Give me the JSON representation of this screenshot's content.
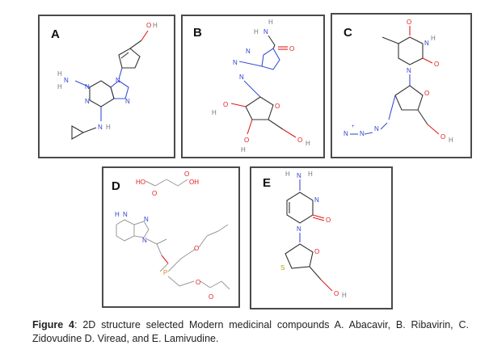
{
  "panels": [
    {
      "id": "A",
      "letter": "A"
    },
    {
      "id": "B",
      "letter": "B"
    },
    {
      "id": "C",
      "letter": "C"
    },
    {
      "id": "D",
      "letter": "D"
    },
    {
      "id": "E",
      "letter": "E"
    }
  ],
  "caption": {
    "label": "Figure 4",
    "text": ": 2D structure selected Modern medicinal compounds A. Abacavir, B. Ribavirin, C. Zidovudine D. Viread, and E. Lamivudine."
  }
}
